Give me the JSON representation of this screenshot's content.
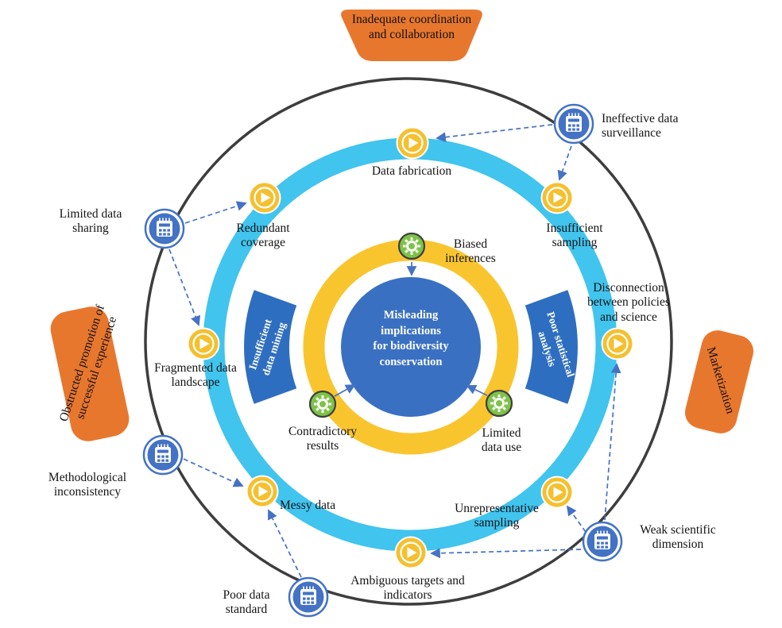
{
  "center_text": "Misleading implications for biodiversity conservation",
  "labels": {
    "data_fabrication": "Data fabrication",
    "redundant_coverage": "Redundant coverage",
    "insufficient_sampling": "Insufficient sampling",
    "fragmented_landscape": "Fragmented data landscape",
    "disconnection": "Disconnection between policies and science",
    "messy_data": "Messy data",
    "unrepresentative_sampling": "Unrepresentative sampling",
    "ambiguous_targets": "Ambiguous targets and indicators",
    "biased_inferences": "Biased inferences",
    "contradictory_results": "Contradictory results",
    "limited_data_use": "Limited data use",
    "ineffective_surveillance": "Ineffective data surveillance",
    "limited_sharing": "Limited data sharing",
    "methodological_inconsistency": "Methodological inconsistency",
    "poor_data_standard": "Poor data standard",
    "weak_scientific": "Weak scientific dimension",
    "insufficient_mining": "Insufficient data mining",
    "poor_statistical": "Poor statistical analysis",
    "inadequate_coordination": "Inadequate coordination and collaboration",
    "marketization": "Marketization",
    "obstructed_promotion": "Obstructed promotion of successful experience"
  },
  "icons": {
    "play": "play-icon (yellow circled play triangle)",
    "notebook": "notebook-icon (blue circled notepad)",
    "gear": "gear-icon (green circled gear)"
  },
  "colors": {
    "outer_ring": "#3d3d3d",
    "cyan_ring": "#41c4ee",
    "yellow_ring": "#f9c52f",
    "center_fill": "#3a70c2",
    "banner_fill": "#2e6ec0",
    "external_fill": "#e8772e",
    "icon_yellow": "#f5c02f",
    "icon_blue": "#4472c4",
    "icon_green": "#7ec348",
    "arrow": "#4472c4"
  }
}
